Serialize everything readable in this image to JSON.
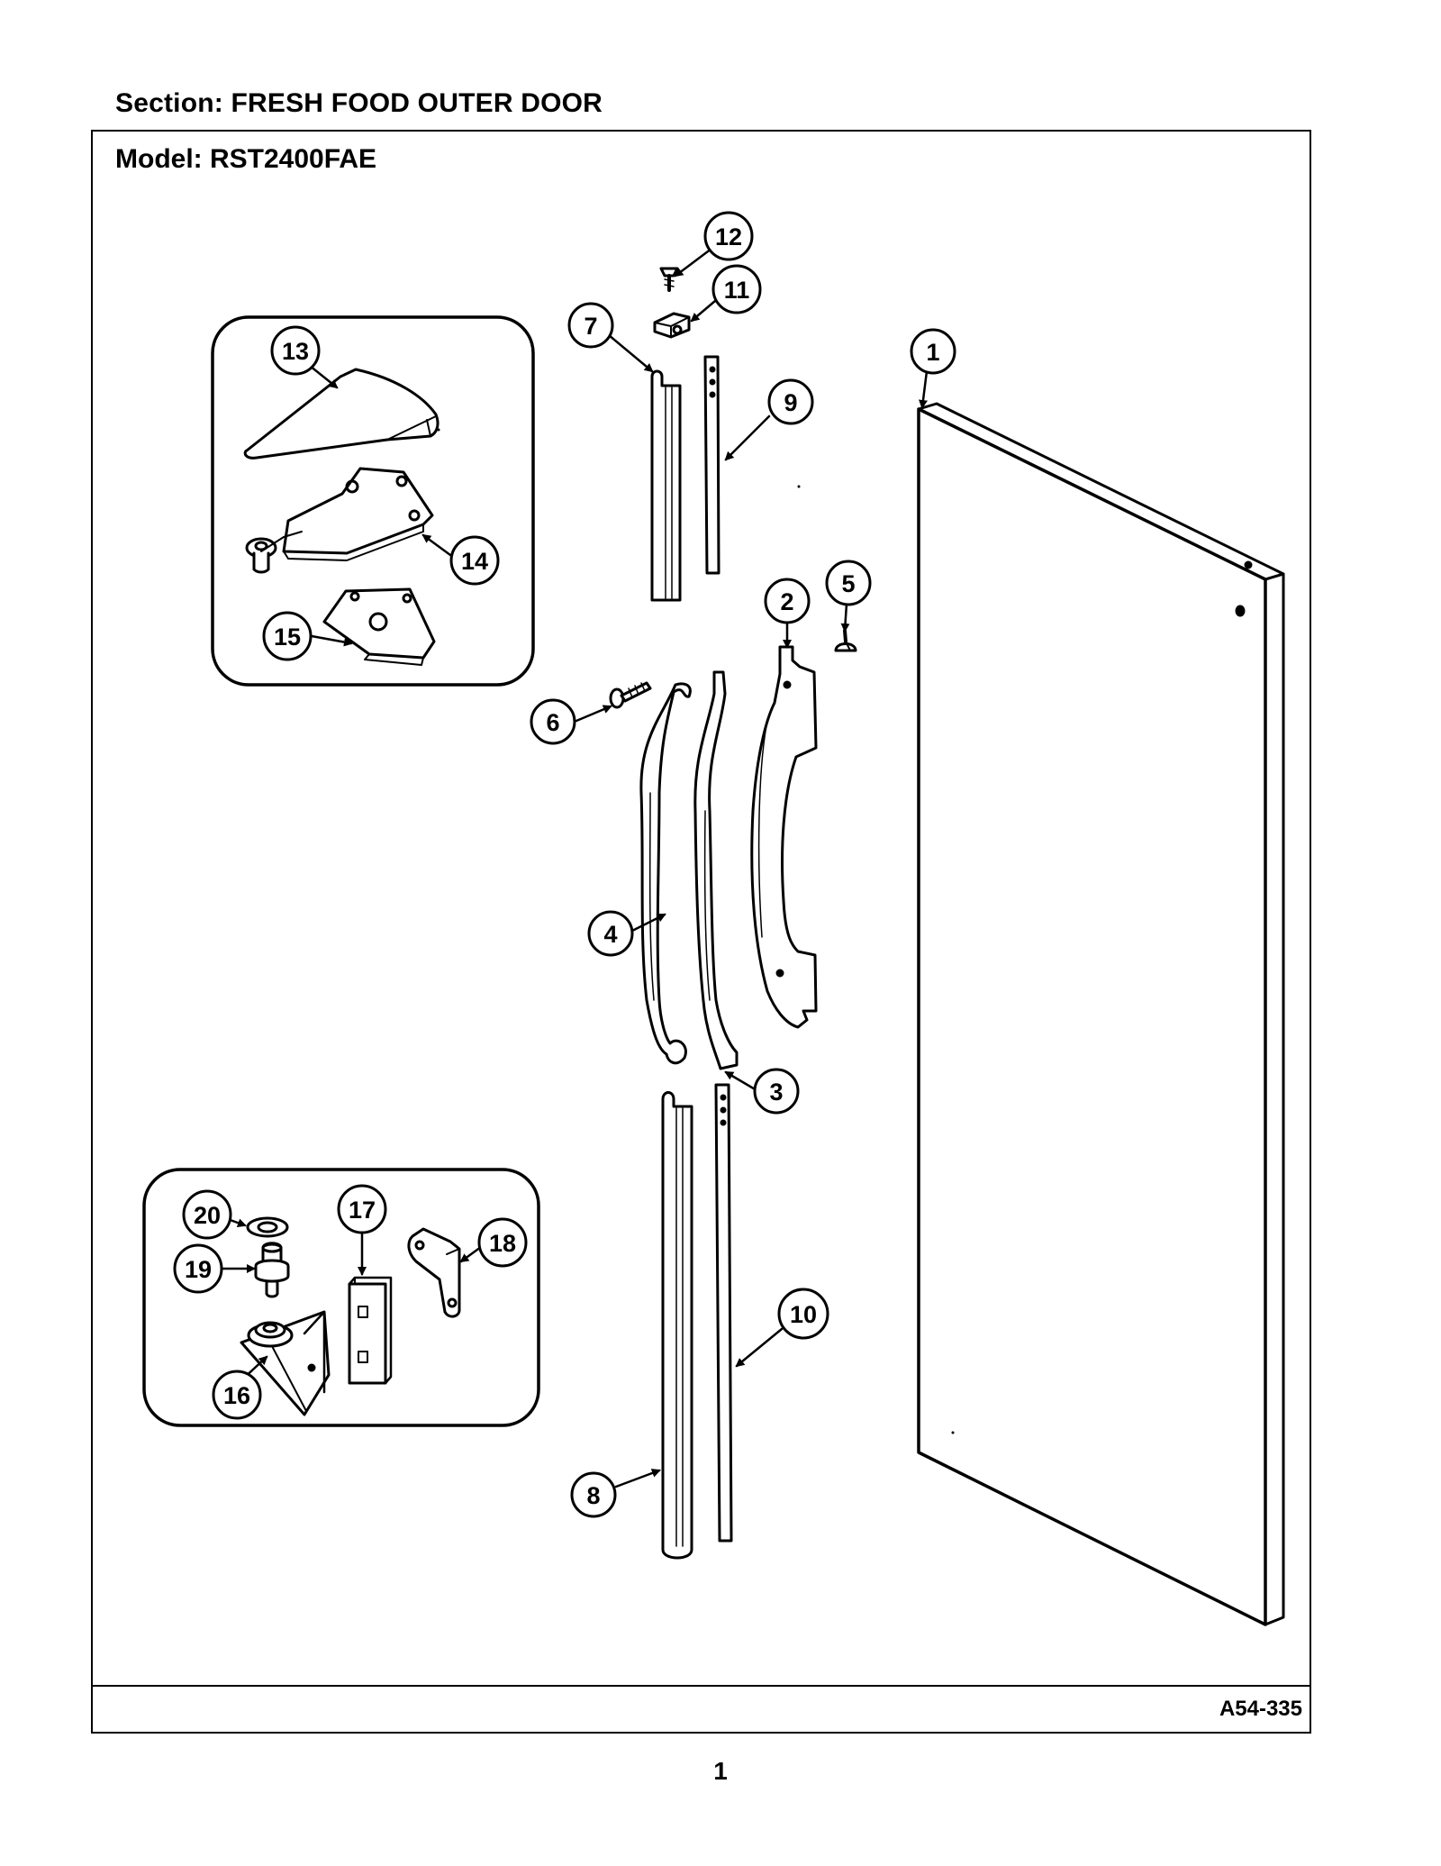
{
  "header": {
    "section_label": "Section:  FRESH FOOD OUTER DOOR",
    "model_label": "Model:  RST2400FAE"
  },
  "figure": {
    "code": "A54-335",
    "page_number": "1"
  },
  "callouts": {
    "c1": "1",
    "c2": "2",
    "c3": "3",
    "c4": "4",
    "c5": "5",
    "c6": "6",
    "c7": "7",
    "c8": "8",
    "c9": "9",
    "c10": "10",
    "c11": "11",
    "c12": "12",
    "c13": "13",
    "c14": "14",
    "c15": "15",
    "c16": "16",
    "c17": "17",
    "c18": "18",
    "c19": "19",
    "c20": "20"
  }
}
